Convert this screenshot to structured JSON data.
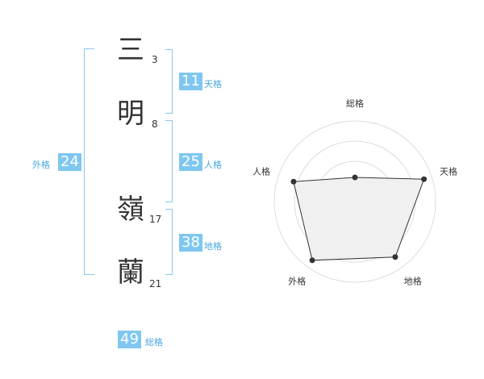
{
  "name": {
    "chars": [
      {
        "char": "三",
        "strokes": "3"
      },
      {
        "char": "明",
        "strokes": "8"
      },
      {
        "char": "嶺",
        "strokes": "17"
      },
      {
        "char": "蘭",
        "strokes": "21"
      }
    ]
  },
  "kaku": {
    "ten": {
      "value": "11",
      "label": "天格"
    },
    "jin": {
      "value": "25",
      "label": "人格"
    },
    "chi": {
      "value": "38",
      "label": "地格"
    },
    "gai": {
      "value": "24",
      "label": "外格"
    },
    "sou": {
      "value": "49",
      "label": "総格"
    }
  },
  "colors": {
    "accent": "#7fc7f0",
    "bracket": "#88c8f0",
    "label": "#4aa8e0"
  },
  "chart_data": {
    "type": "radar",
    "axes": [
      "総格",
      "天格",
      "地格",
      "外格",
      "人格"
    ],
    "values": [
      0.3,
      0.9,
      0.85,
      0.9,
      0.8
    ],
    "range": [
      0,
      1
    ],
    "grid_rings": 4
  }
}
